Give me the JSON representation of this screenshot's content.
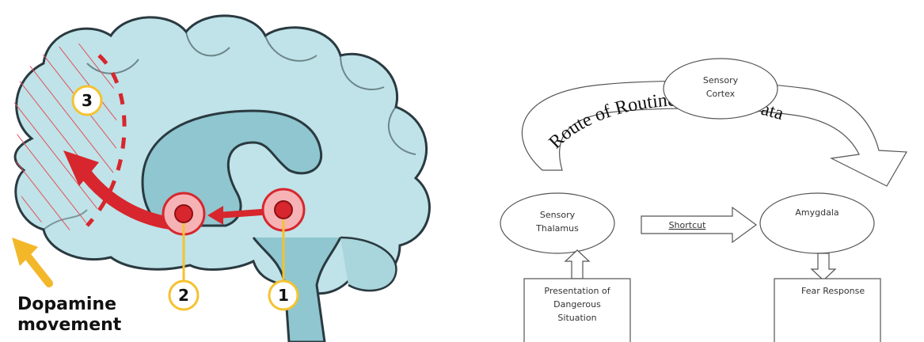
{
  "brain_diagram": {
    "markers": [
      "1",
      "2",
      "3"
    ],
    "caption_line1": "Dopamine",
    "caption_line2": "movement",
    "colors": {
      "brain_fill": "#bfe3e8",
      "brain_outline": "#2a3a40",
      "inner_fill": "#8fc6cf",
      "arrow_red": "#d7262d",
      "node_pink": "#f6b3b6",
      "callout_yellow": "#f5c230",
      "dopamine_arrow": "#f3b72a"
    }
  },
  "flow_diagram": {
    "title_arc": "Route of Routine Sensory Data",
    "sensory_cortex_line1": "Sensory",
    "sensory_cortex_line2": "Cortex",
    "sensory_thalamus_line1": "Sensory",
    "sensory_thalamus_line2": "Thalamus",
    "shortcut_label": "Shortcut",
    "amygdala_label": "Amygdala",
    "presentation_line1": "Presentation of",
    "presentation_line2": "Dangerous",
    "presentation_line3": "Situation",
    "fear_response_label": "Fear Response"
  }
}
